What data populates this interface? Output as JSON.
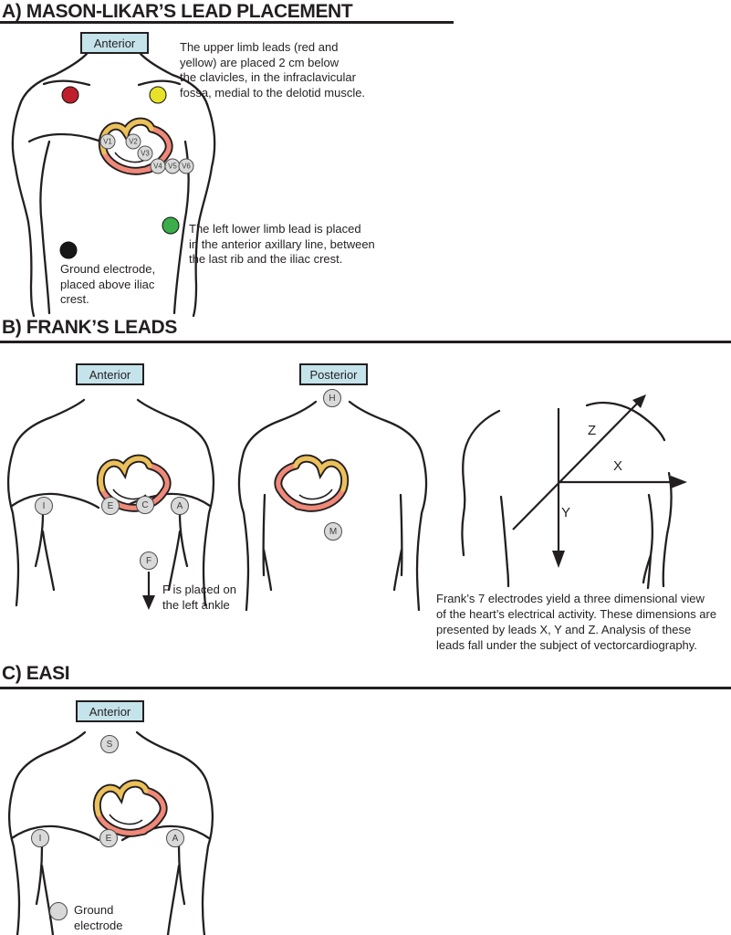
{
  "colors": {
    "ink": "#231f20",
    "box-blue": "#c5e3eb",
    "elec-gray": "#d9d9d9",
    "elec-stroke": "#4d4d4f",
    "red": "#bf1e2d",
    "yellow": "#e7e12a",
    "green": "#3bad49",
    "black-elec": "#171717",
    "heart-salmon": "#f0897a",
    "heart-gold": "#ecc05a"
  },
  "panel_a": {
    "title": "A) MASON-LIKAR’S LEAD PLACEMENT",
    "view_label": "Anterior",
    "upper_limb_note": "The upper limb leads (red and\nyellow) are placed 2 cm below\nthe clavicles, in the infraclavicular\nfossa, medial to the delotid muscle.",
    "lower_limb_note": "The left lower limb lead is placed\nin the anterior axillary line, between\nthe last rib and the iliac crest.",
    "ground_note": "Ground electrode,\nplaced above iliac\ncrest.",
    "precordial_leads": [
      "V1",
      "V2",
      "V3",
      "V4",
      "V5",
      "V6"
    ]
  },
  "panel_b": {
    "title": "B) FRANK’S LEADS",
    "anterior_label": "Anterior",
    "posterior_label": "Posterior",
    "electrodes": {
      "i": "I",
      "e": "E",
      "c": "C",
      "a": "A",
      "f": "F",
      "h": "H",
      "m": "M"
    },
    "f_note": "F is placed on\nthe left ankle",
    "axes": {
      "x": "X",
      "y": "Y",
      "z": "Z"
    },
    "description": "Frank’s 7 electrodes yield a three dimensional view\nof the heart’s electrical activity. These dimensions are\npresented by leads X, Y and Z. Analysis of these\nleads fall under the subject of vectorcardiography."
  },
  "panel_c": {
    "title": "C) EASI",
    "view_label": "Anterior",
    "electrodes": {
      "s": "S",
      "i": "I",
      "e": "E",
      "a": "A"
    },
    "ground_note": "Ground\nelectrode"
  }
}
